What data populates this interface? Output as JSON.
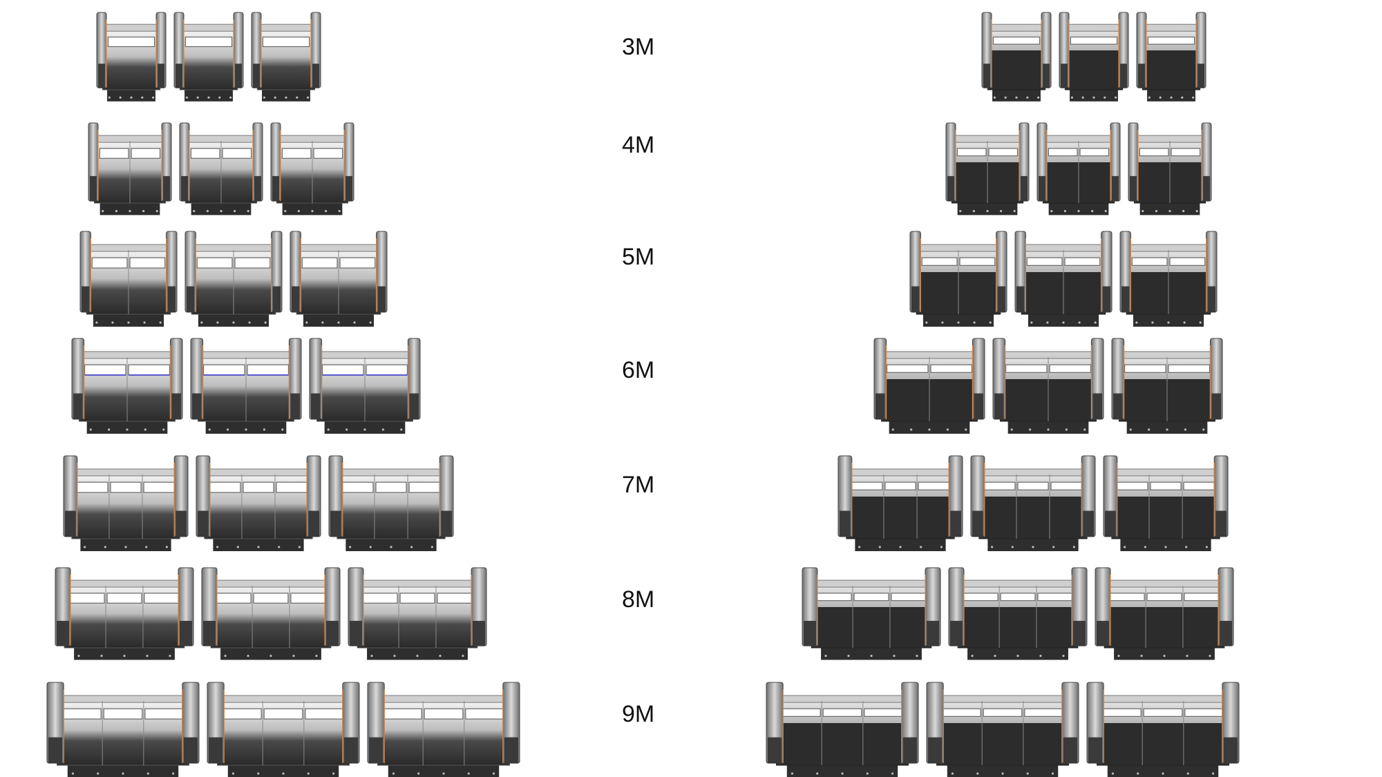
{
  "rows": [
    {
      "label": "3M",
      "panels": 1
    },
    {
      "label": "4M",
      "panels": 2
    },
    {
      "label": "5M",
      "panels": 2
    },
    {
      "label": "6M",
      "panels": 2
    },
    {
      "label": "7M",
      "panels": 3
    },
    {
      "label": "8M",
      "panels": 3
    },
    {
      "label": "9M",
      "panels": 3
    }
  ],
  "units_per_row": 3,
  "views": [
    "front",
    "rear"
  ],
  "colors": {
    "background": "#ffffff",
    "post": "#9a9a9a",
    "post_dark": "#3c3c3c",
    "accent_orange": "#d98a4a",
    "accent_blue": "#5a5acf",
    "body_top": "#f2f2f2",
    "body_bottom": "#2b2b2b",
    "panel_window": "#ffffff",
    "text": "#111111"
  }
}
